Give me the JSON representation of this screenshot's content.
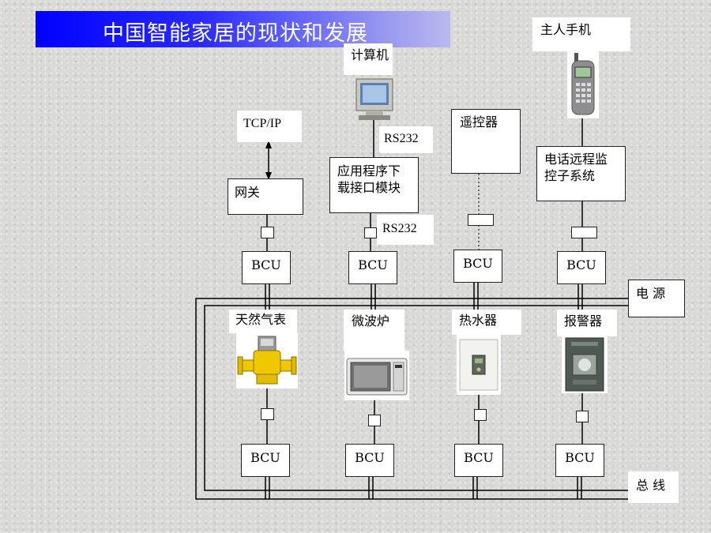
{
  "title": "中国智能家居的现状和发展",
  "nodes": {
    "computer": "计算机",
    "phone": "主人手机",
    "tcpip": "TCP/IP",
    "rs232_top": "RS232",
    "rs232_bottom": "RS232",
    "remote": "遥控器",
    "gateway": "网关",
    "app_module_line1": "应用程序下",
    "app_module_line2": "载接口模块",
    "phone_system_line1": "电话远程监",
    "phone_system_line2": "控子系统",
    "power": "电 源",
    "bus": "总 线"
  },
  "bcu_label": "BCU",
  "devices": {
    "gas_meter": "天然气表",
    "microwave": "微波炉",
    "water_heater": "热水器",
    "alarm": "报警器"
  },
  "colors": {
    "title_bar_start": "#0000ff",
    "title_bar_end": "#b9b9f0",
    "line": "#000000"
  }
}
